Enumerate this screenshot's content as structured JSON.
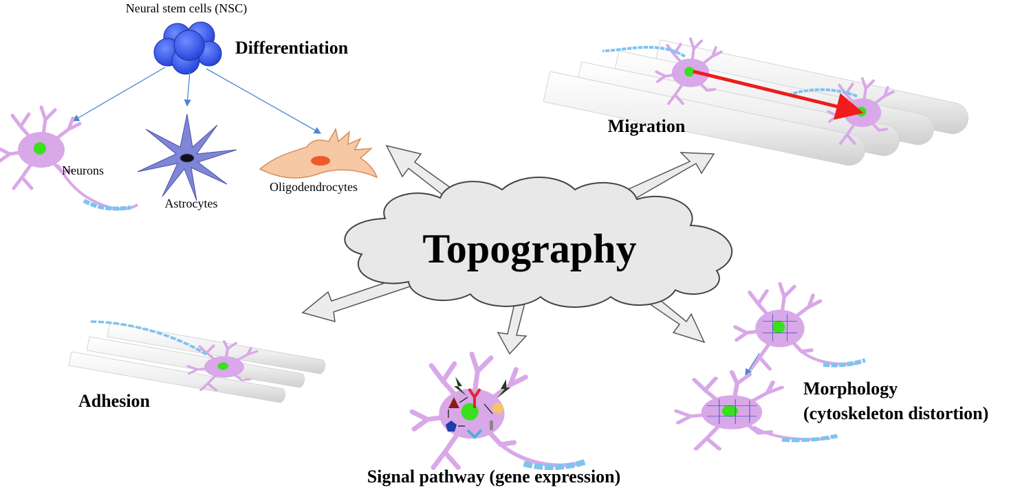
{
  "center": {
    "label": "Topography"
  },
  "differentiation": {
    "title": "Differentiation",
    "source": "Neural stem cells (NSC)",
    "targets": [
      "Neurons",
      "Astrocytes",
      "Oligodendrocytes"
    ]
  },
  "migration": {
    "title": "Migration"
  },
  "adhesion": {
    "title": "Adhesion"
  },
  "signal": {
    "title": "Signal pathway (gene expression)"
  },
  "morphology": {
    "title_line1": "Morphology",
    "title_line2": "(cytoskeleton distortion)"
  },
  "colors": {
    "neuron": "#d9a8e8",
    "neuron_dark": "#c58fd8",
    "nucleus": "#39e01f",
    "axon": "#7ec4ee",
    "nsc": "#3b5ff0",
    "astrocyte": "#7f86d8",
    "oligo": "#f6c8a4",
    "oligo_nucleus": "#ee5a28",
    "cloud": "#e8e8e8",
    "arrow_fill": "#ececec",
    "migration_arrow": "#ee1c1c",
    "thin_arrow": "#4a86d4",
    "cylinder": "#f2f2f2"
  }
}
